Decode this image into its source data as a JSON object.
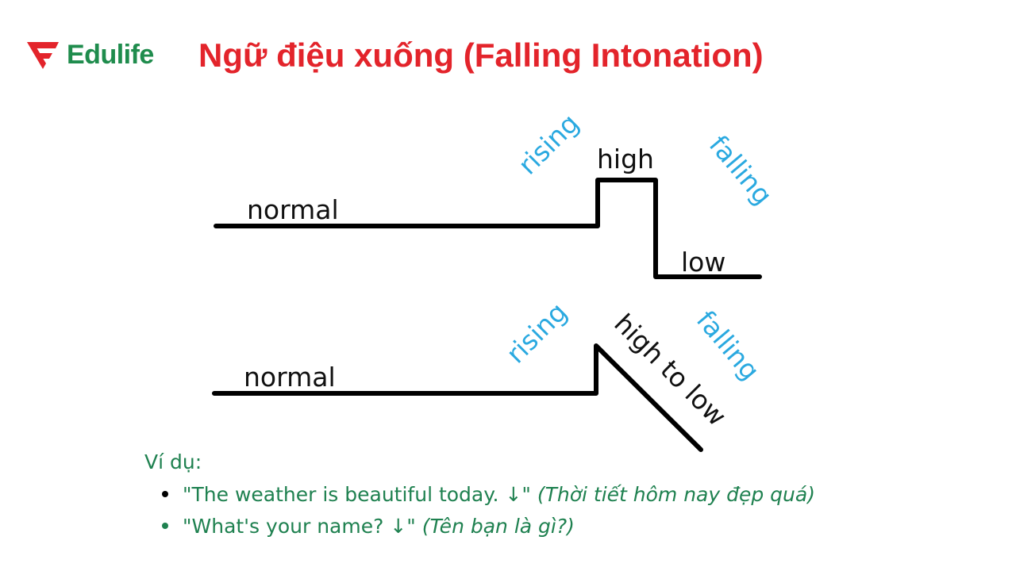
{
  "brand": {
    "name": "Edulife",
    "colors": {
      "red": "#e3242b",
      "green": "#1f8c4d"
    }
  },
  "title": "Ngữ điệu xuống (Falling Intonation)",
  "diagram": {
    "top": {
      "normal": "normal",
      "rising": "rising",
      "high": "high",
      "falling": "falling",
      "low": "low"
    },
    "bottom": {
      "normal": "normal",
      "rising": "rising",
      "high_to_low": "high to low",
      "falling": "falling"
    },
    "colors": {
      "line": "#000000",
      "label": "#111111",
      "accent": "#2aa9e0"
    }
  },
  "examples": {
    "heading": "Ví dụ:",
    "items": [
      {
        "en": "\"The weather is beautiful today. ↓\"",
        "vi": "(Thời tiết hôm nay đẹp quá)",
        "bullet_color": "#000000"
      },
      {
        "en": "\"What's your name? ↓\"",
        "vi": "(Tên bạn là gì?)",
        "bullet_color": "#1f8150"
      }
    ]
  }
}
